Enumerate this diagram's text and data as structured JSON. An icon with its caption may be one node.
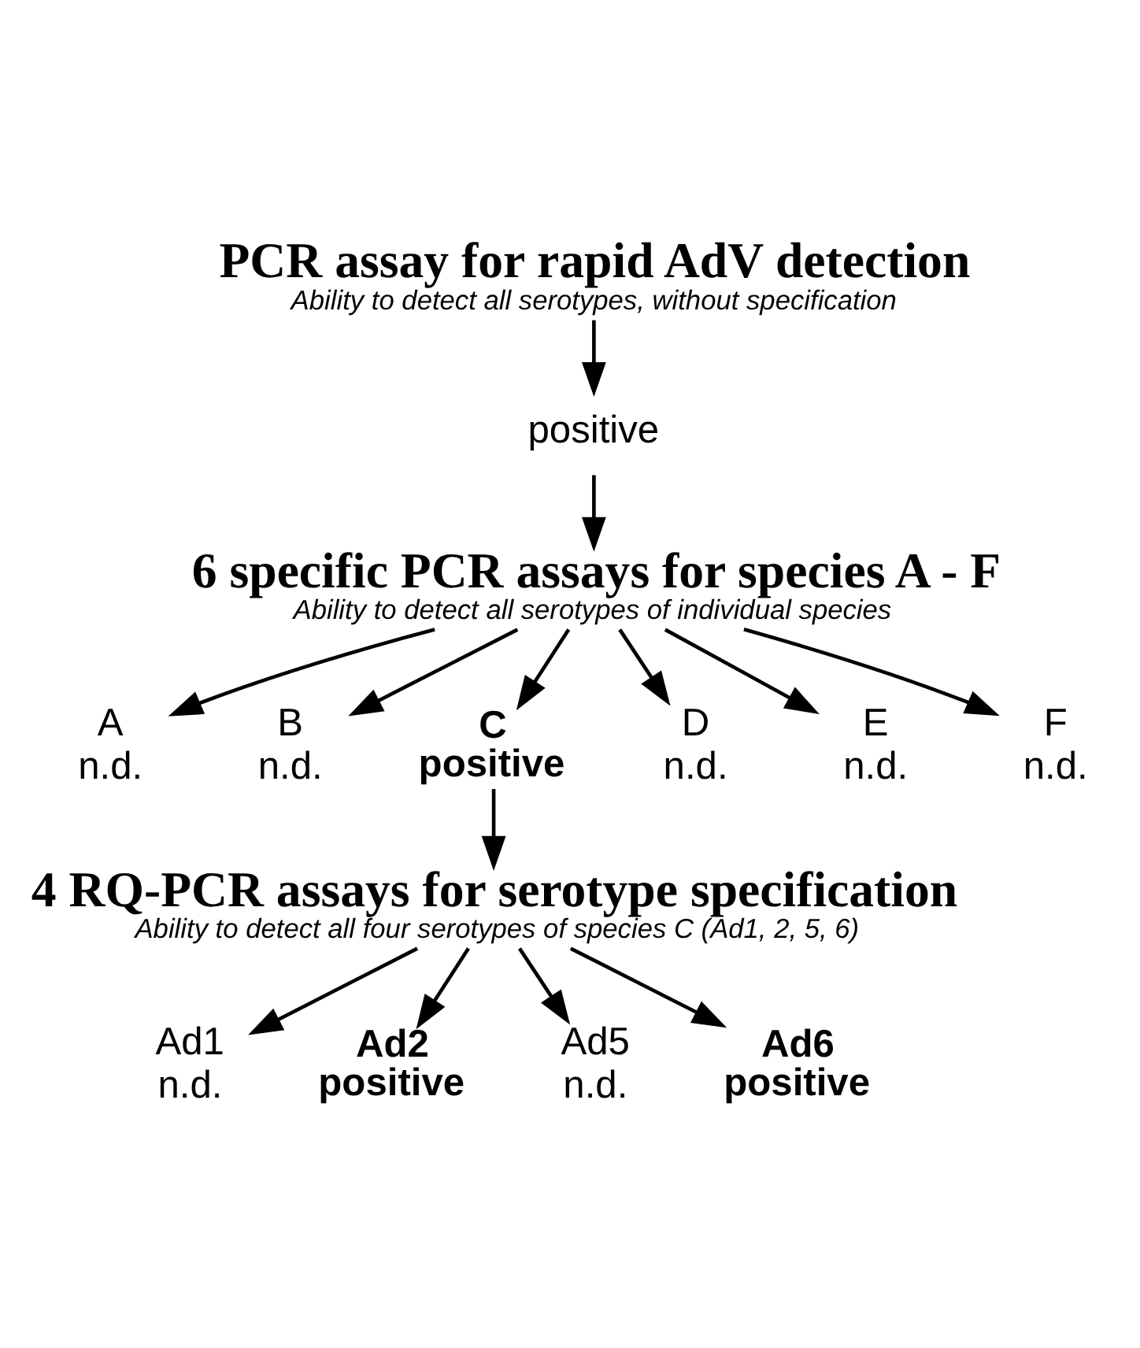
{
  "diagram": {
    "nodes": [
      {
        "text": [
          "PCR assay for rapid AdV detection",
          "Ability to detect all serotypes, without specification"
        ]
      },
      {
        "text": [
          "positive"
        ]
      },
      {
        "text": [
          "6 specific PCR assays for species A - F",
          "Ability to detect all serotypes of individual species"
        ]
      },
      {
        "text": [
          "A",
          "n.d."
        ]
      },
      {
        "text": [
          "B",
          "n.d."
        ]
      },
      {
        "text": [
          "C",
          "positive"
        ]
      },
      {
        "text": [
          "D",
          "n.d."
        ]
      },
      {
        "text": [
          "E",
          "n.d."
        ]
      },
      {
        "text": [
          "F",
          "n.d."
        ]
      },
      {
        "text": [
          "4 RQ-PCR assays for serotype specification",
          "Ability to detect all four serotypes of species C (Ad1, 2, 5, 6)"
        ]
      },
      {
        "text": [
          "Ad1",
          "n.d."
        ]
      },
      {
        "text": [
          "Ad2",
          "positive"
        ]
      },
      {
        "text": [
          "Ad5",
          "n.d."
        ]
      },
      {
        "text": [
          "Ad6",
          "positive"
        ]
      }
    ],
    "edges": [
      {
        "from": 0,
        "to": 1,
        "arrow": "to"
      },
      {
        "from": 1,
        "to": 2,
        "arrow": "to"
      },
      {
        "from": 2,
        "to": 3,
        "arrow": "to"
      },
      {
        "from": 2,
        "to": 4,
        "arrow": "to"
      },
      {
        "from": 2,
        "to": 5,
        "arrow": "to"
      },
      {
        "from": 2,
        "to": 6,
        "arrow": "to"
      },
      {
        "from": 2,
        "to": 7,
        "arrow": "to"
      },
      {
        "from": 2,
        "to": 8,
        "arrow": "to"
      },
      {
        "from": 5,
        "to": 9,
        "arrow": "to"
      },
      {
        "from": 9,
        "to": 10,
        "arrow": "to"
      },
      {
        "from": 9,
        "to": 11,
        "arrow": "to"
      },
      {
        "from": 9,
        "to": 12,
        "arrow": "to"
      },
      {
        "from": 9,
        "to": 13,
        "arrow": "to"
      }
    ]
  }
}
